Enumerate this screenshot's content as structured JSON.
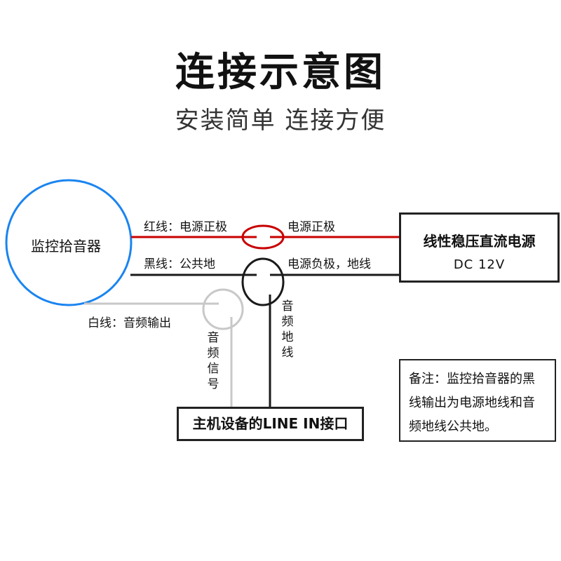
{
  "title": "连接示意图",
  "subtitle": "安装简单 连接方便",
  "device": {
    "label": "监控拾音器"
  },
  "wires": {
    "red_left": "红线：电源正极",
    "red_right": "电源正极",
    "black_left": "黑线：公共地",
    "black_right": "电源负极，地线",
    "white_left": "白线：音频输出",
    "audio_ground": "音频地线",
    "audio_signal": "音频信号"
  },
  "power_supply": {
    "name": "线性稳压直流电源",
    "spec": "DC 12V"
  },
  "host": {
    "label": "主机设备的LINE IN接口"
  },
  "note": {
    "text": "备注：监控拾音器的黑线输出为电源地线和音频地线公共地。"
  },
  "colors": {
    "device_circle": "#1a84f0",
    "red_wire": "#c80000",
    "black_wire": "#1a1a1a",
    "white_wire": "#c8c8c8"
  }
}
